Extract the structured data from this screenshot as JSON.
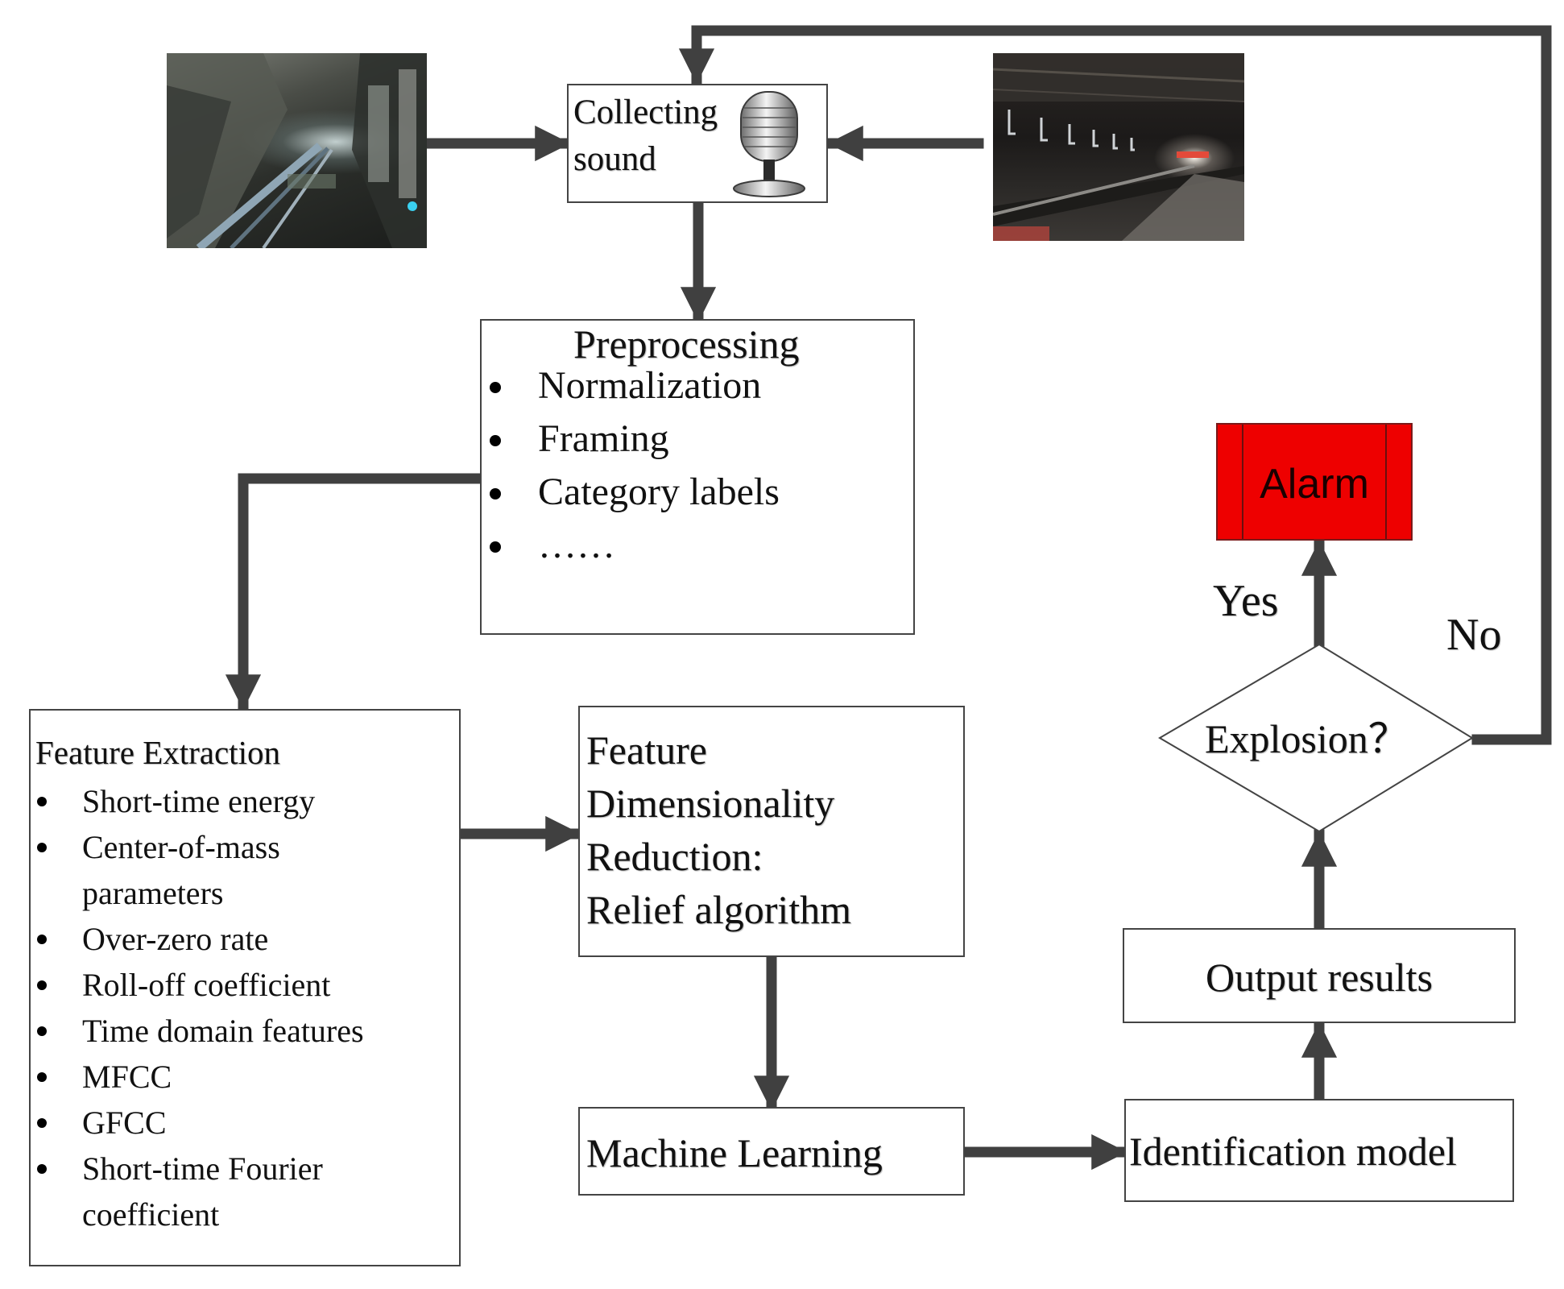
{
  "colors": {
    "arrow": "#404040",
    "box_border": "#444444",
    "alarm_fill": "#ee0000",
    "alarm_text": "#1a0000"
  },
  "collect": {
    "line1": "Collecting",
    "line2": "sound",
    "icon": "microphone-icon"
  },
  "preprocessing": {
    "title": "Preprocessing",
    "items": [
      "Normalization",
      "Framing",
      "Category labels",
      "……"
    ]
  },
  "feature_extraction": {
    "title": "Feature Extraction",
    "items": [
      "Short-time energy",
      "Center-of-mass\nparameters",
      "Over-zero rate",
      "Roll-off coefficient",
      "Time domain features",
      "MFCC",
      "GFCC",
      "Short-time Fourier\ncoefficient"
    ]
  },
  "dim_reduction": {
    "line1": "Feature",
    "line2": "Dimensionality",
    "line3": "Reduction:",
    "line4": "Relief algorithm"
  },
  "machine_learning": {
    "label": "Machine Learning"
  },
  "identification": {
    "label": "Identification model"
  },
  "output": {
    "label": "Output results"
  },
  "decision": {
    "label": "Explosion？"
  },
  "alarm": {
    "label": "Alarm"
  },
  "edges": {
    "yes": "Yes",
    "no": "No"
  }
}
